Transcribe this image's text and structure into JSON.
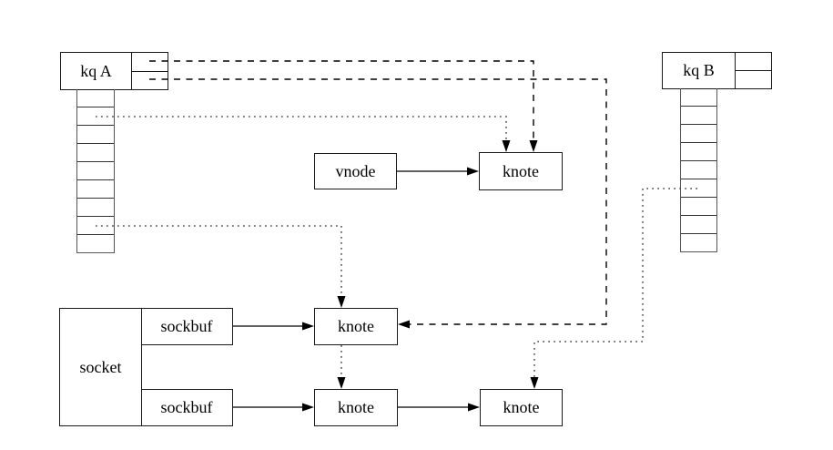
{
  "diagram": {
    "nodes": {
      "kq_a": {
        "label": "kq A",
        "slots": 9,
        "ptr_slots": 2
      },
      "kq_b": {
        "label": "kq B",
        "slots": 9,
        "ptr_slots": 2
      },
      "vnode": {
        "label": "vnode"
      },
      "knote_vnode": {
        "label": "knote"
      },
      "socket": {
        "label": "socket"
      },
      "sockbuf_recv": {
        "label": "sockbuf"
      },
      "sockbuf_send": {
        "label": "sockbuf"
      },
      "knote_sock_a": {
        "label": "knote"
      },
      "knote_sock_b": {
        "label": "knote"
      },
      "knote_sock_c": {
        "label": "knote"
      }
    },
    "edges": [
      {
        "from": "vnode",
        "to": "knote_vnode",
        "style": "solid"
      },
      {
        "from": "sockbuf_recv",
        "to": "knote_sock_a",
        "style": "solid"
      },
      {
        "from": "sockbuf_send",
        "to": "knote_sock_b",
        "style": "solid"
      },
      {
        "from": "knote_sock_b",
        "to": "knote_sock_c",
        "style": "solid"
      },
      {
        "from": "kq_a.ptr_slot_1",
        "to": "knote_vnode",
        "style": "dashed"
      },
      {
        "from": "kq_a.ptr_slot_2",
        "to": "knote_sock_a",
        "style": "dashed"
      },
      {
        "from": "kq_a.slot_2",
        "to": "knote_vnode",
        "style": "dotted"
      },
      {
        "from": "kq_a.slot_8",
        "to": "knote_sock_a",
        "style": "dotted"
      },
      {
        "from": "knote_sock_a",
        "to": "knote_sock_b",
        "style": "dotted"
      },
      {
        "from": "kq_b.slot_6",
        "to": "knote_sock_c",
        "style": "dotted"
      }
    ],
    "colors": {
      "solid": "#000000",
      "dotted": "#4a4a4a",
      "box_border": "#1a1a1a",
      "background": "#ffffff"
    }
  }
}
